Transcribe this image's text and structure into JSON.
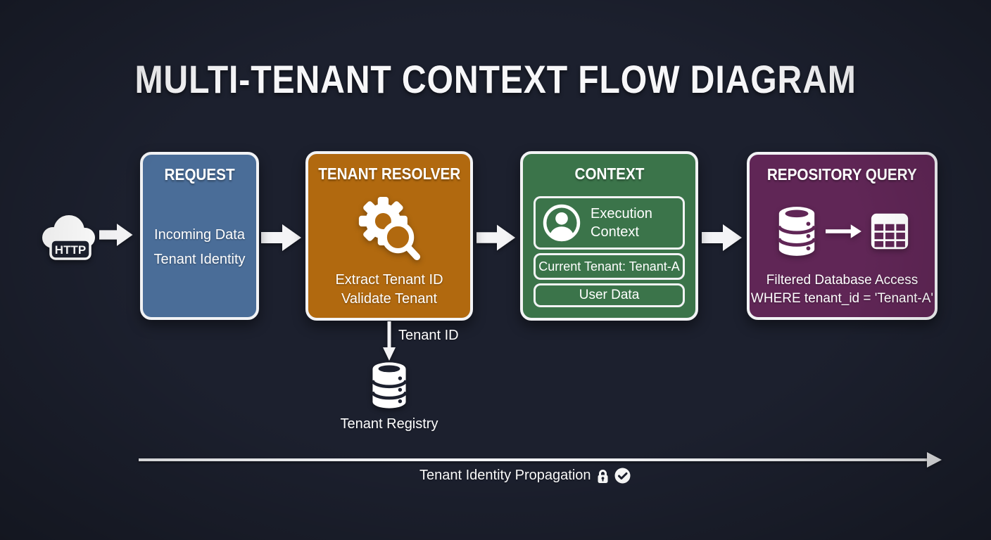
{
  "title": "MULTI-TENANT CONTEXT FLOW DIAGRAM",
  "colors": {
    "background": "#1c202e",
    "request": "#4a6d98",
    "resolver": "#b1690f",
    "context": "#3b744a",
    "repository": "#602656",
    "line": "#f2f3f5"
  },
  "source": {
    "icon": "cloud-icon",
    "label": "HTTP"
  },
  "flow": {
    "request": {
      "title": "REQUEST",
      "lines": [
        "Incoming Data",
        "Tenant Identity"
      ]
    },
    "resolver": {
      "title": "TENANT RESOLVER",
      "icon": "gear-search-icon",
      "lines": [
        "Extract Tenant ID",
        "Validate Tenant"
      ]
    },
    "context": {
      "title": "CONTEXT",
      "execution_icon": "user-circle-icon",
      "execution_label": "Execution Context",
      "tenant_row": "Current Tenant: Tenant-A",
      "user_row": "User Data"
    },
    "repository": {
      "title": "REPOSITORY QUERY",
      "icons": [
        "database-icon",
        "arrow-right-icon",
        "table-icon"
      ],
      "lines": [
        "Filtered Database Access",
        "WHERE tenant_id = 'Tenant-A'"
      ]
    }
  },
  "registry": {
    "arrow_label": "Tenant ID",
    "icon": "database-icon",
    "label": "Tenant Registry"
  },
  "propagation": {
    "label": "Tenant Identity Propagation",
    "icons": [
      "lock-icon",
      "check-circle-icon"
    ]
  }
}
